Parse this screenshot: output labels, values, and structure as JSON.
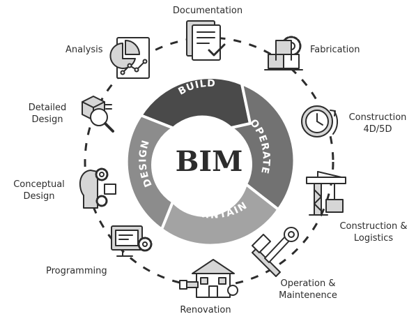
{
  "center": {
    "title": "BIM"
  },
  "ring": {
    "segments": [
      {
        "label": "BUILD"
      },
      {
        "label": "OPERATE"
      },
      {
        "label": "MAINTAIN"
      },
      {
        "label": "DESIGN"
      }
    ]
  },
  "stages": {
    "documentation": {
      "label": "Documentation",
      "icon": "document-check-icon"
    },
    "fabrication": {
      "label": "Fabrication",
      "icon": "boxes-gear-icon"
    },
    "construction_4d5d": {
      "line1": "Construction",
      "line2": "4D/5D",
      "icon": "stopwatch-icon"
    },
    "construction_logistics": {
      "line1": "Construction &",
      "line2": "Logistics",
      "icon": "tower-crane-icon"
    },
    "operation_maintenance": {
      "line1": "Operation &",
      "line2": "Maintenence",
      "icon": "wrench-hammer-icon"
    },
    "renovation": {
      "label": "Renovation",
      "icon": "house-tools-icon"
    },
    "programming": {
      "label": "Programming",
      "icon": "monitor-gear-icon"
    },
    "conceptual_design": {
      "line1": "Conceptual",
      "line2": "Design",
      "icon": "head-gears-icon"
    },
    "detailed_design": {
      "line1": "Detailed",
      "line2": "Design",
      "icon": "cube-magnifier-icon"
    },
    "analysis": {
      "label": "Analysis",
      "icon": "chart-report-icon"
    }
  },
  "colors": {
    "build": "#4a4a4a",
    "operate": "#727272",
    "maintain": "#a0a0a0",
    "design": "#8a8a8a",
    "ink": "#2c2c2c",
    "icon_fill": "#d6d6d6"
  }
}
